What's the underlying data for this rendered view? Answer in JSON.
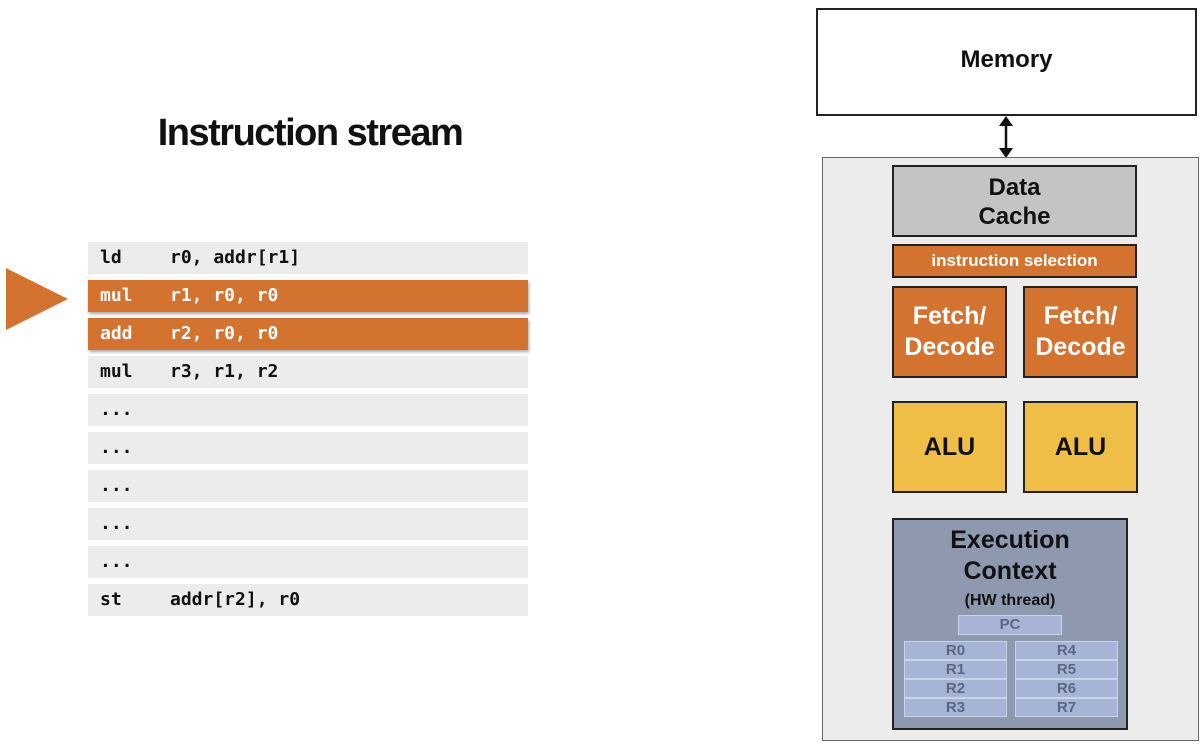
{
  "instruction_stream": {
    "title": "Instruction stream",
    "rows": [
      {
        "op": "ld",
        "args": "r0, addr[r1]"
      },
      {
        "op": "mul",
        "args": "r1, r0, r0"
      },
      {
        "op": "add",
        "args": "r2, r0, r0"
      },
      {
        "op": "mul",
        "args": "r3, r1, r2"
      },
      {
        "op": "...",
        "args": ""
      },
      {
        "op": "...",
        "args": ""
      },
      {
        "op": "...",
        "args": ""
      },
      {
        "op": "...",
        "args": ""
      },
      {
        "op": "...",
        "args": ""
      },
      {
        "op": "st",
        "args": "addr[r2], r0"
      }
    ],
    "highlighted_rows": [
      1,
      2
    ]
  },
  "processor": {
    "memory": "Memory",
    "data_cache": [
      "Data",
      "Cache"
    ],
    "instruction_selection": "instruction selection",
    "fetch_decode": [
      {
        "line1": "Fetch/",
        "line2": "Decode"
      },
      {
        "line1": "Fetch/",
        "line2": "Decode"
      }
    ],
    "alu": [
      "ALU",
      "ALU"
    ],
    "execution_context": {
      "title_line1": "Execution",
      "title_line2": "Context",
      "subtitle": "(HW thread)",
      "pc": "PC",
      "registers_left": [
        "R0",
        "R1",
        "R2",
        "R3"
      ],
      "registers_right": [
        "R4",
        "R5",
        "R6",
        "R7"
      ]
    }
  },
  "colors": {
    "highlight": "#d4722f",
    "alu": "#efbe47",
    "cache": "#c4c4c4",
    "exec_context": "#8e99b0",
    "registers": "#a6b5d6"
  }
}
